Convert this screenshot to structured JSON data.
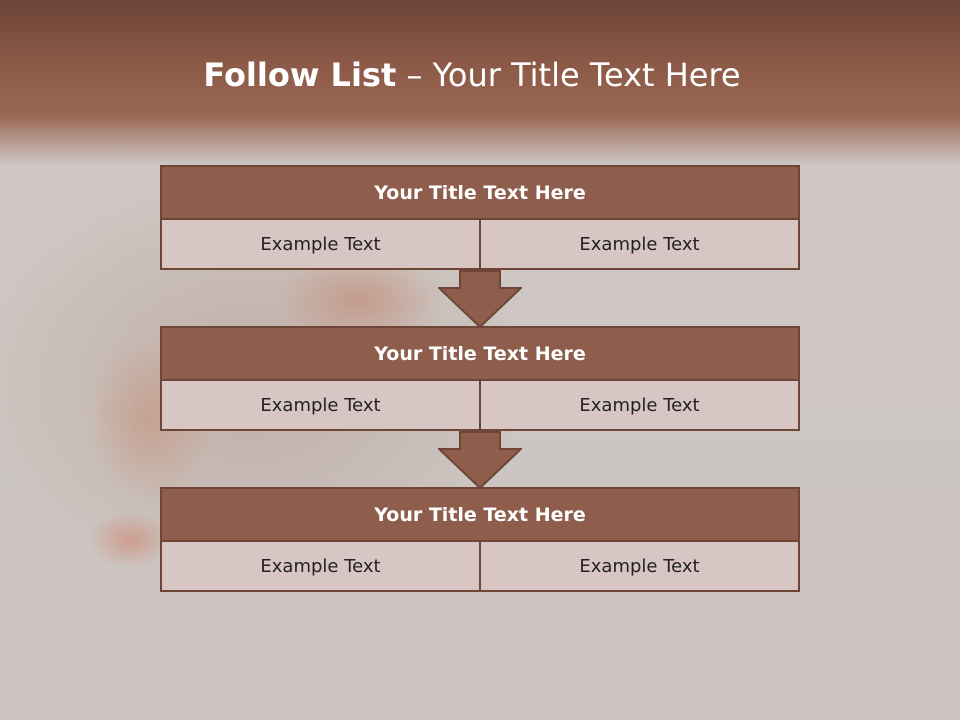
{
  "slide": {
    "title_bold": "Follow List",
    "title_rest": " – Your Title Text Here"
  },
  "steps": [
    {
      "title": "Your Title Text Here",
      "left": "Example Text",
      "right": "Example Text"
    },
    {
      "title": "Your Title Text Here",
      "left": "Example Text",
      "right": "Example Text"
    },
    {
      "title": "Your Title Text Here",
      "left": "Example Text",
      "right": "Example Text"
    }
  ],
  "colors": {
    "header": "#8c5a47",
    "block_title": "#8e5d4b",
    "cell": "#d7c6c3",
    "border": "#6e4637"
  },
  "icons": [
    "down-arrow-icon",
    "down-arrow-icon"
  ]
}
